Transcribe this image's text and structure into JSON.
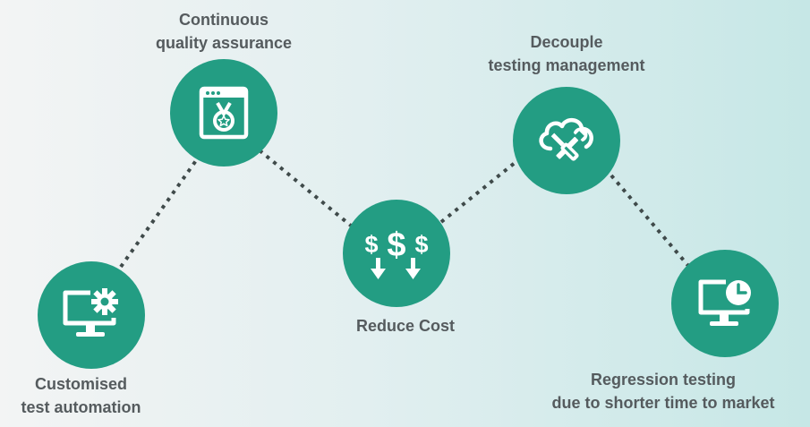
{
  "colors": {
    "node_fill": "#239d83",
    "label_text": "#555b5e",
    "connector": "#3f4a4a"
  },
  "steps": [
    {
      "id": "customised",
      "icon": "monitor-gear-icon",
      "lines": [
        "Customised",
        "test automation"
      ]
    },
    {
      "id": "continuous",
      "icon": "browser-medal-icon",
      "lines": [
        "Continuous",
        "quality assurance"
      ]
    },
    {
      "id": "reduce",
      "icon": "dollar-down-icon",
      "lines": [
        "Reduce Cost"
      ]
    },
    {
      "id": "decouple",
      "icon": "cloud-tools-icon",
      "lines": [
        "Decouple",
        "testing management"
      ]
    },
    {
      "id": "regression",
      "icon": "monitor-clock-icon",
      "lines": [
        "Regression testing",
        "due to shorter time to market"
      ]
    }
  ]
}
